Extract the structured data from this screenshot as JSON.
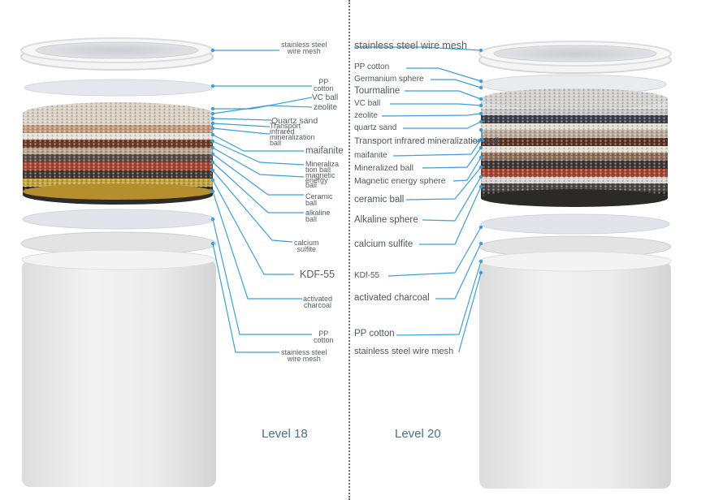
{
  "left_stack": {
    "level_label": "Level 18",
    "labels": [
      "stainless steel\nwire mesh",
      "PP\ncotton",
      "VC ball",
      "zeolite",
      "Quartz sand",
      "Transport\ninfrared\nmineralization\nball",
      "maifanite",
      "Mineraliza\ntion ball",
      "magnetic\nenergy\nball",
      "Ceramic\nball",
      "alkaline\nball",
      "calcium\nsulfite",
      "KDF-55",
      "activated\ncharcoal",
      "PP\ncotton",
      "stainless steel\nwire mesh"
    ]
  },
  "right_stack": {
    "level_label": "Level 20",
    "labels": [
      "stainless steel wire mesh",
      "PP cotton",
      "Germanium sphere",
      "Tourmaline",
      "VC ball",
      "zeolite",
      "quartz sand",
      "Transport infrared mineralization ball",
      "maifanite",
      "Mineralized ball",
      "Magnetic energy sphere",
      "ceramic ball",
      "Alkaline sphere",
      "calcium sulfite",
      "KDf-55",
      "activated charcoal",
      "PP cotton",
      "stainless steel wire mesh"
    ]
  },
  "colors": {
    "leader_line": "#3aa0dc",
    "label_text": "#555c64",
    "level_text": "#4a6d8c",
    "cylinder_body": "#e9e9e9",
    "divider": "#6b6b6b"
  }
}
